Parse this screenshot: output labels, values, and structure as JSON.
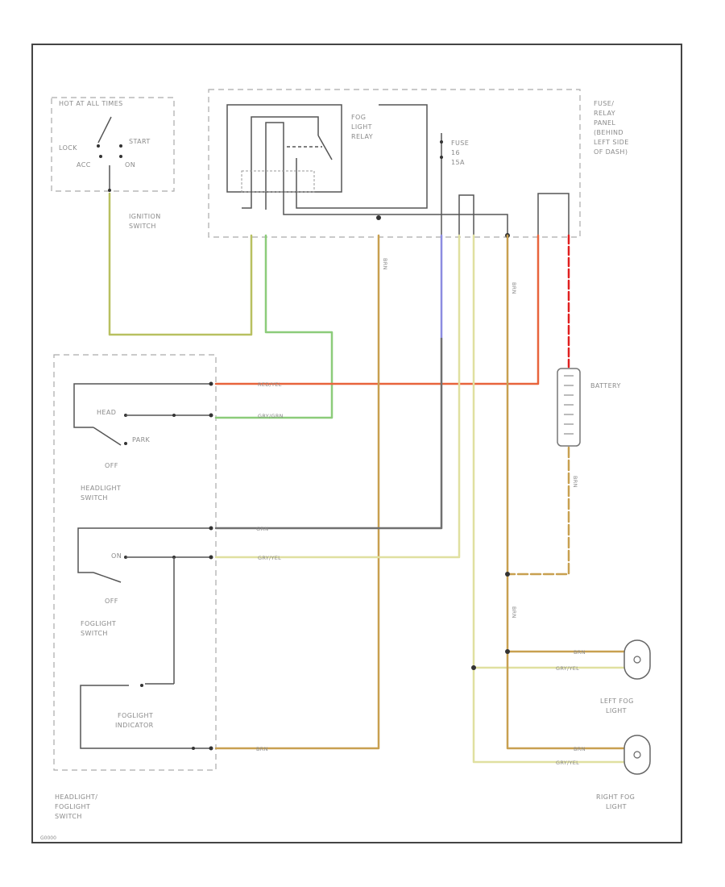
{
  "ignition": {
    "title": "HOT AT ALL TIMES",
    "lock": "LOCK",
    "start": "START",
    "acc": "ACC",
    "on": "ON",
    "name1": "IGNITION",
    "name2": "SWITCH"
  },
  "relay": {
    "l1": "FOG",
    "l2": "LIGHT",
    "l3": "RELAY"
  },
  "fuse": {
    "l1": "FUSE",
    "l2": "16",
    "l3": "15A"
  },
  "panel": {
    "l1": "FUSE/",
    "l2": "RELAY",
    "l3": "PANEL",
    "l4": "(BEHIND",
    "l5": "LEFT SIDE",
    "l6": "OF DASH)"
  },
  "battery": {
    "label": "BATTERY"
  },
  "headlight_switch": {
    "head": "HEAD",
    "park": "PARK",
    "off": "OFF",
    "name1": "HEADLIGHT",
    "name2": "SWITCH"
  },
  "foglight_switch": {
    "on": "ON",
    "off": "OFF",
    "name1": "FOGLIGHT",
    "name2": "SWITCH"
  },
  "indicator": {
    "name1": "FOGLIGHT",
    "name2": "INDICATOR"
  },
  "assembly": {
    "name1": "HEADLIGHT/",
    "name2": "FOGLIGHT",
    "name3": "SWITCH"
  },
  "left_fog": {
    "name1": "LEFT FOG",
    "name2": "LIGHT"
  },
  "right_fog": {
    "name1": "RIGHT FOG",
    "name2": "LIGHT"
  },
  "wires": {
    "red_yel": "RED/YEL",
    "gry_grn": "GRY/GRN",
    "grn": "GRN",
    "gry_yel": "GRY/YEL",
    "brn_a": "BRN",
    "brn_b": "BRN",
    "brn_c": "BRN",
    "brn_d": "BRN",
    "brn_e": "BRN",
    "lf_brn": "BRN",
    "lf_gry": "GRY/YEL",
    "rf_brn": "BRN",
    "rf_gry": "GRY/YEL"
  },
  "colors": {
    "yellow_green": "#b8c060",
    "green": "#8ccc7a",
    "red_yellow": "#e8643c",
    "brown": "#c8a050",
    "blue": "#8c8ce0",
    "grey_yellow": "#e0e0a0",
    "grey": "#707070",
    "red": "#e02020"
  },
  "footer": "G0000"
}
